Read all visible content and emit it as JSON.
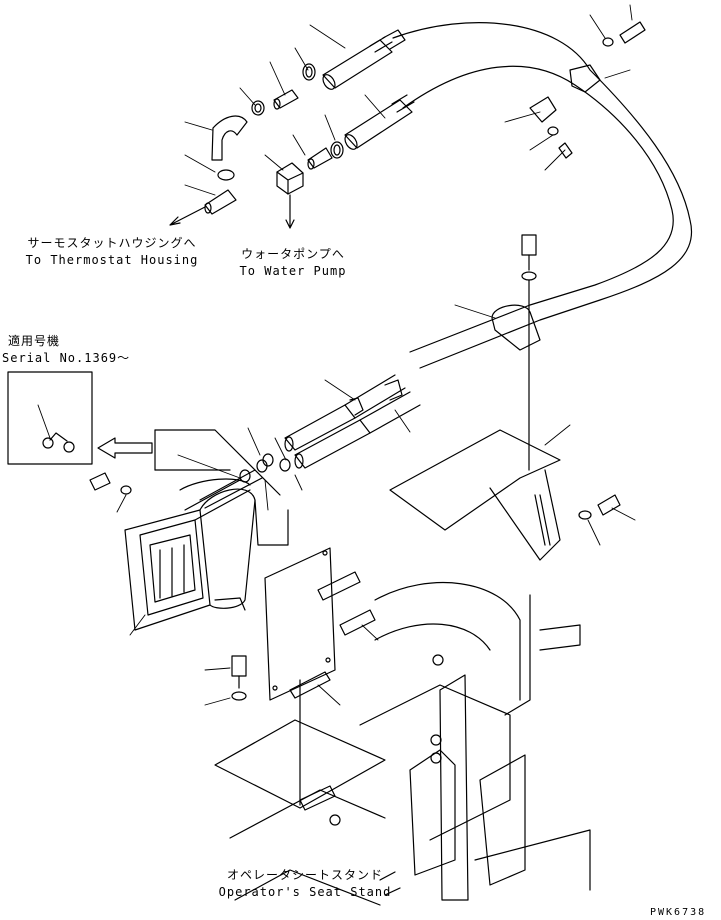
{
  "labels": {
    "thermostat_jp": "サーモスタットハウジングへ",
    "thermostat_en": "To Thermostat Housing",
    "water_pump_jp": "ウォータポンプへ",
    "water_pump_en": "To Water Pump",
    "serial_jp": "適用号機",
    "serial_en": "Serial No.1369～",
    "seat_stand_jp": "オペレータシートスタンド",
    "seat_stand_en": "Operator's Seat Stand",
    "drawing_code": "PWK6738"
  },
  "colors": {
    "line": "#000000",
    "background": "#ffffff"
  }
}
